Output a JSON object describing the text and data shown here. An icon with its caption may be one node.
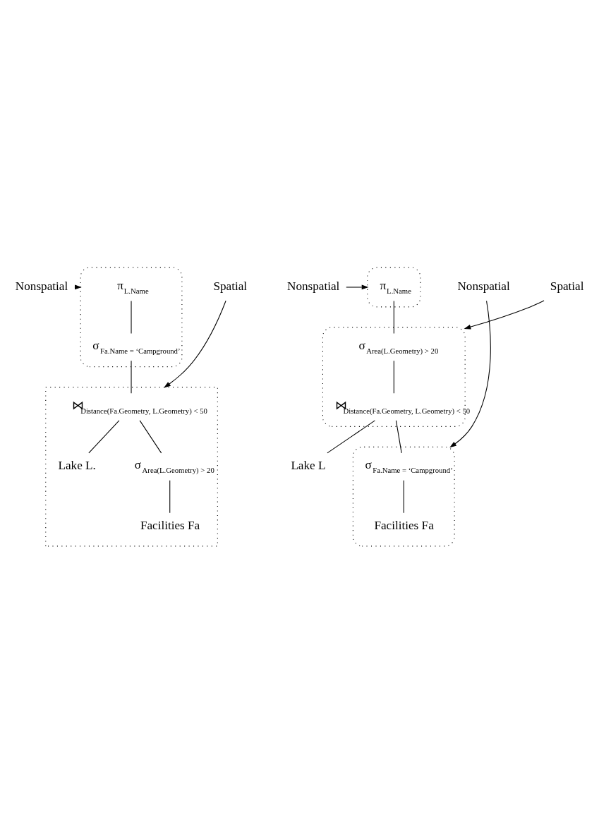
{
  "diagram": {
    "nodes": [
      {
        "text": [
          "Nonspatial"
        ]
      },
      {
        "text": [],
        "shape": "ellipse"
      },
      {
        "text": [
          "π$_{L.Name}$"
        ],
        "in": 1
      },
      {
        "text": [
          "σ$_{Fa.Name = ‘Campground’}$"
        ],
        "in": 1
      },
      {
        "text": [
          "Spatial"
        ]
      },
      {
        "text": [],
        "shape": "box"
      },
      {
        "text": [
          "⋈$_{Distance(Fa.Geometry, L.Geometry) < 50}$"
        ],
        "in": 5
      },
      {
        "text": [
          "Lake L."
        ],
        "in": 5
      },
      {
        "text": [
          "σ$_{Area(L.Geometry) > 20}$"
        ],
        "in": 5
      },
      {
        "text": [
          "Facilities Fa"
        ],
        "in": 5
      },
      {
        "text": [
          "Nonspatial"
        ]
      },
      {
        "text": [],
        "shape": "cloud"
      },
      {
        "text": [
          "π$_{L.Name}$"
        ],
        "in": 11
      },
      {
        "text": [
          "Spatial"
        ]
      },
      {
        "text": [],
        "shape": "cloud"
      },
      {
        "text": [
          "σ$_{Area(L.Geometry) > 20}$"
        ],
        "in": 14
      },
      {
        "text": [
          "⋈$_{Distance(Fa.Geometry, L.Geometry) < 50}$"
        ],
        "in": 14
      },
      {
        "text": [
          "Lake L"
        ]
      },
      {
        "text": [
          "Nonspatial"
        ]
      },
      {
        "text": [],
        "shape": "cloud"
      },
      {
        "text": [
          "σ$_{Fa.Name = ‘Campground’}$"
        ],
        "in": 19
      },
      {
        "text": [
          "Facilities Fa"
        ],
        "in": 19
      }
    ],
    "edges": [
      {
        "from": 0,
        "to": 1,
        "arrow": "to"
      },
      {
        "from": 2,
        "to": 3,
        "arrow": "none"
      },
      {
        "from": 3,
        "to": 6,
        "arrow": "none"
      },
      {
        "from": 4,
        "to": 5,
        "arrow": "to"
      },
      {
        "from": 6,
        "to": 7,
        "arrow": "none"
      },
      {
        "from": 6,
        "to": 8,
        "arrow": "none"
      },
      {
        "from": 8,
        "to": 9,
        "arrow": "none"
      },
      {
        "from": 10,
        "to": 11,
        "arrow": "to"
      },
      {
        "from": 12,
        "to": 15,
        "arrow": "none"
      },
      {
        "from": 13,
        "to": 14,
        "arrow": "to"
      },
      {
        "from": 15,
        "to": 16,
        "arrow": "none"
      },
      {
        "from": 16,
        "to": 17,
        "arrow": "none"
      },
      {
        "from": 16,
        "to": 20,
        "arrow": "none"
      },
      {
        "from": 18,
        "to": 19,
        "arrow": "to"
      },
      {
        "from": 20,
        "to": 21,
        "arrow": "none"
      }
    ]
  }
}
